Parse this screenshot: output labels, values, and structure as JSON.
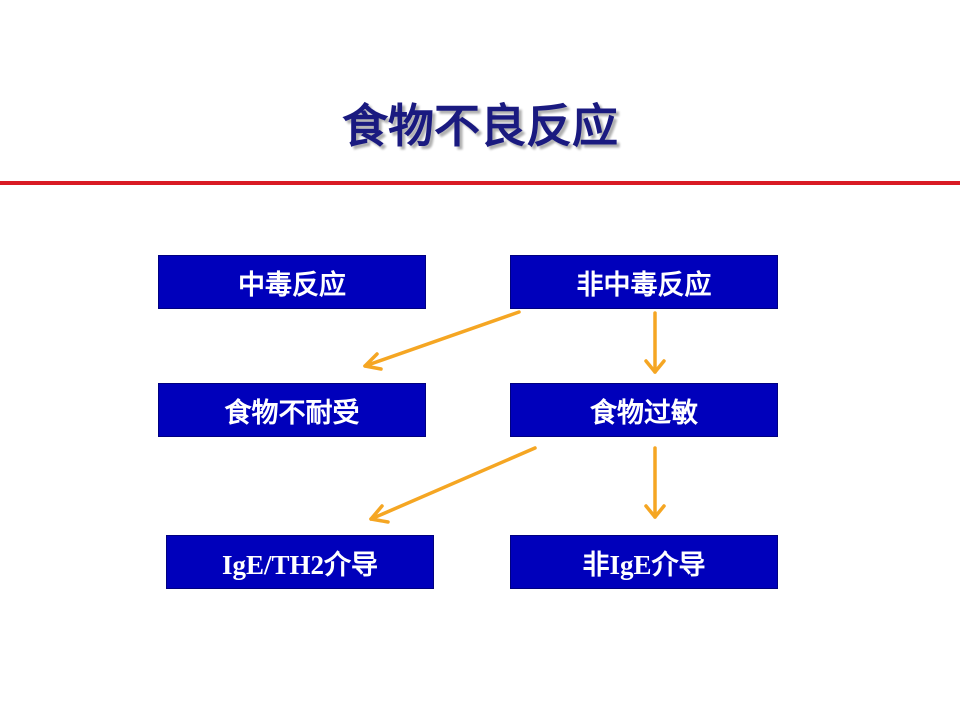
{
  "title": "食物不良反应",
  "colors": {
    "title": "#1a1a80",
    "rule": "#d91a24",
    "box_fill": "#0000bb",
    "box_text": "#ffffff",
    "arrow": "#f5a623"
  },
  "boxes": {
    "toxic": "中毒反应",
    "non_toxic": "非中毒反应",
    "intolerance": "食物不耐受",
    "allergy": "食物过敏",
    "ige_th2": "IgE/TH2介导",
    "non_ige": "非IgE介导"
  }
}
